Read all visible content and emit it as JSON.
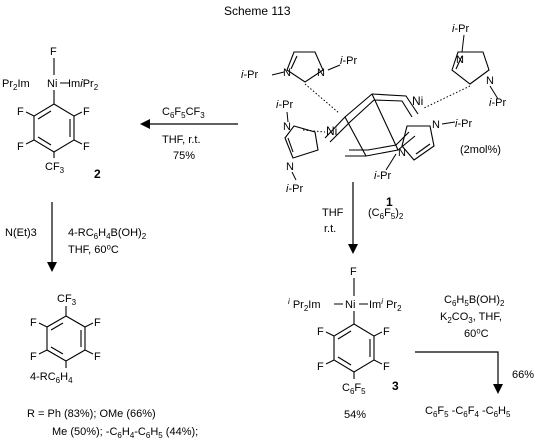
{
  "title": "Scheme 113",
  "catalyst": {
    "ligand_sub": "i-Pr",
    "metal": "Ni",
    "loading": "(2mol%)",
    "number": "1"
  },
  "reaction_left": {
    "reagent": "C6F5CF3",
    "conditions": "THF, r.t.",
    "yield": "75%"
  },
  "product_2": {
    "top_f": "F",
    "ligand_left": "Pr2Im",
    "metal": "Ni",
    "ligand_right": "ImiPr2",
    "ring_f": "F",
    "para": "CF3",
    "number": "2"
  },
  "reaction_2_to_biaryl": {
    "reagent_left": "N(Et)3",
    "reagent_right": "4-RC6H4B(OH)2",
    "conditions": "THF, 60⁰C"
  },
  "biaryl": {
    "top": "CF3",
    "ring_f": "F",
    "bottom": "4-RC6H4"
  },
  "yields": {
    "line1": "R = Ph (83%); OMe (66%)",
    "line2": "Me (50%); -C6H4-C6H5 (44%);"
  },
  "reaction_down": {
    "conditions_line1": "THF",
    "conditions_line2": "r.t.",
    "reagent": "(C6F5)2"
  },
  "product_3": {
    "top_f": "F",
    "ligand_left": "Pr2Im",
    "metal": "Ni",
    "ligand_right": "Pr2",
    "ring_f": "F",
    "para": "C6F5",
    "number": "3",
    "yield": "54%"
  },
  "reaction_3": {
    "reagent": "C6H5B(OH)2",
    "conditions_line1": "K2CO3, THF,",
    "conditions_line2": "60⁰C",
    "yield": "66%"
  },
  "final_product": "C6F5 -C6F4 -C6H5"
}
